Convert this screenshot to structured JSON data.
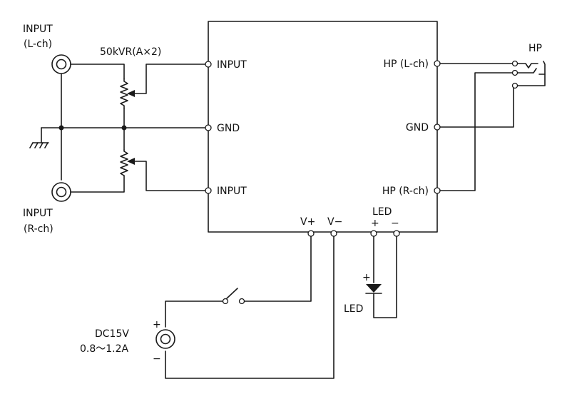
{
  "labels": {
    "input_l": [
      "INPUT",
      "(L-ch)"
    ],
    "input_r": [
      "INPUT",
      "(R-ch)"
    ],
    "pot": "50kVR(A×2)",
    "pin_input_top": "INPUT",
    "pin_gnd_left": "GND",
    "pin_input_bottom": "INPUT",
    "pin_hp_l": "HP (L-ch)",
    "pin_gnd_right": "GND",
    "pin_hp_r": "HP (R-ch)",
    "hp": "HP",
    "v_plus": "V+",
    "v_minus": "V−",
    "led_header": "LED",
    "led_plus": "+",
    "led_minus": "−",
    "led_anode_plus": "+",
    "led_label": "LED",
    "dc_plus": "+",
    "dc_minus": "−",
    "dc_voltage": "DC15V",
    "dc_current": "0.8～1.2A"
  }
}
